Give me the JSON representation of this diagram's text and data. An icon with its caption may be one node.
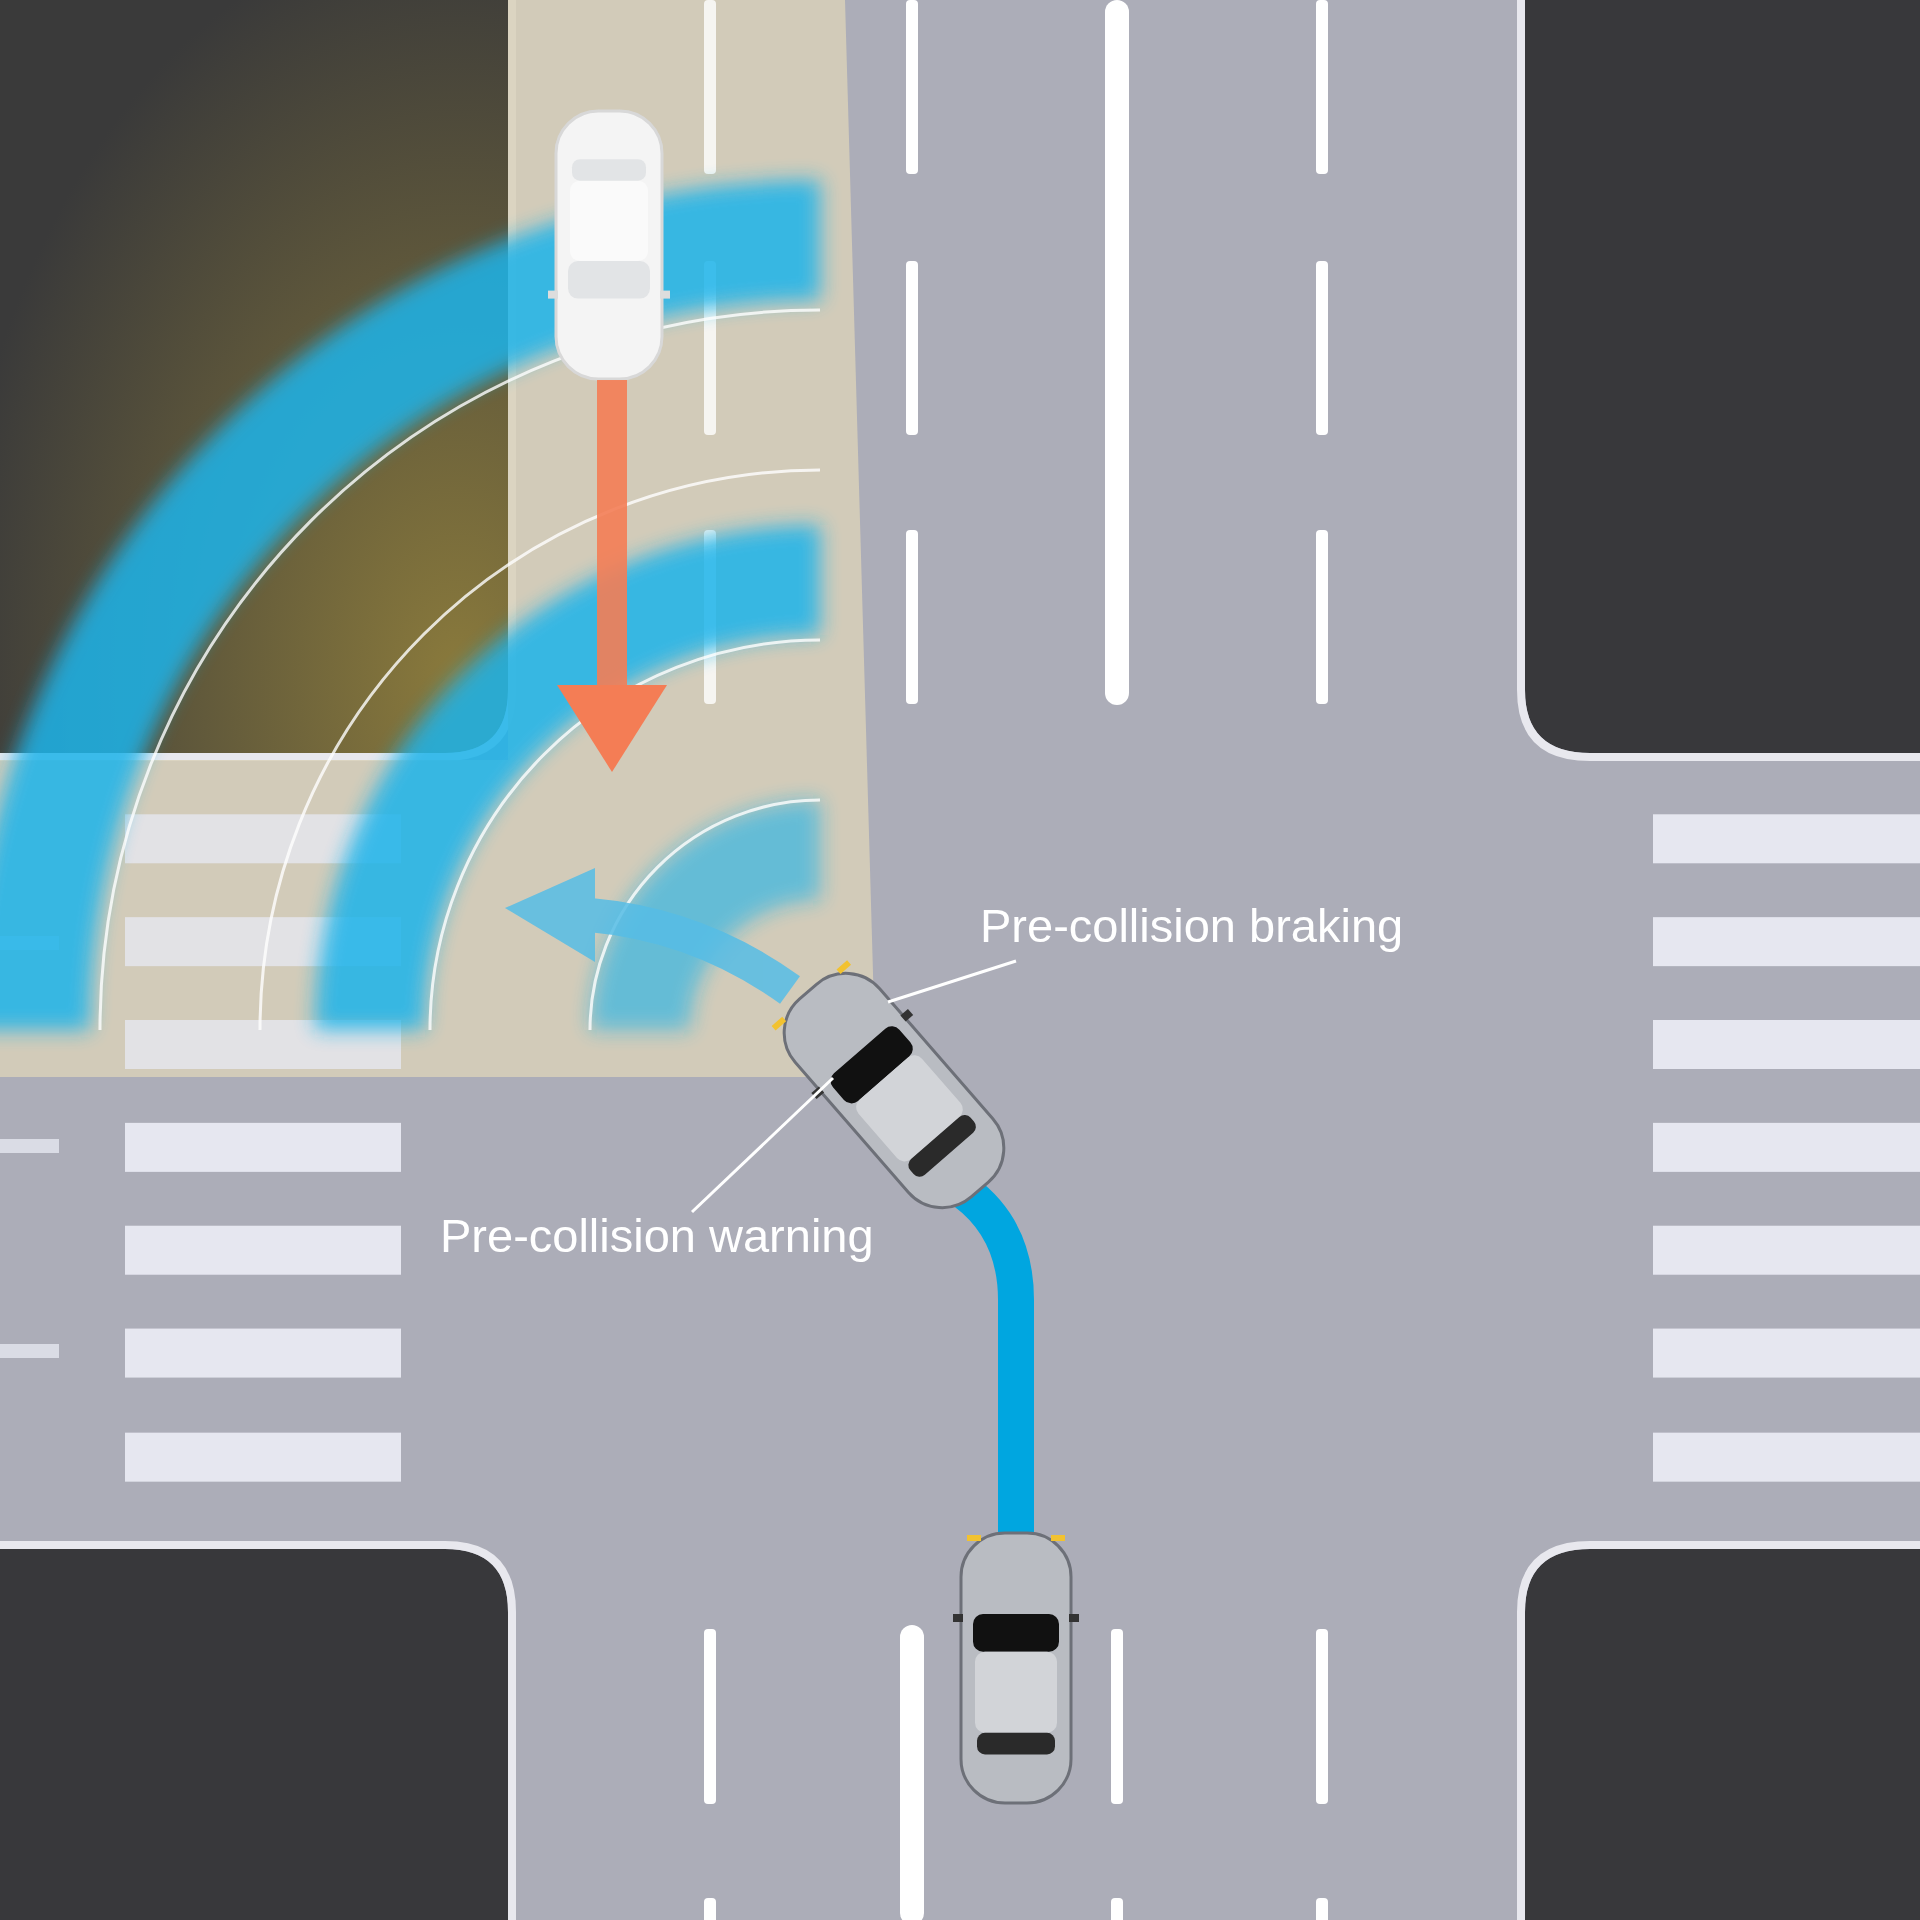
{
  "diagram": {
    "nodes": [
      {
        "text": [
          "Pre-collision braking"
        ]
      },
      {
        "text": [
          "Pre-collision warning"
        ]
      },
      {
        "text": [],
        "shape": "picture"
      }
    ],
    "edges": [
      {
        "from": 0,
        "to": 2,
        "arrow": "none"
      },
      {
        "from": 1,
        "to": 2,
        "arrow": "none"
      }
    ]
  }
}
